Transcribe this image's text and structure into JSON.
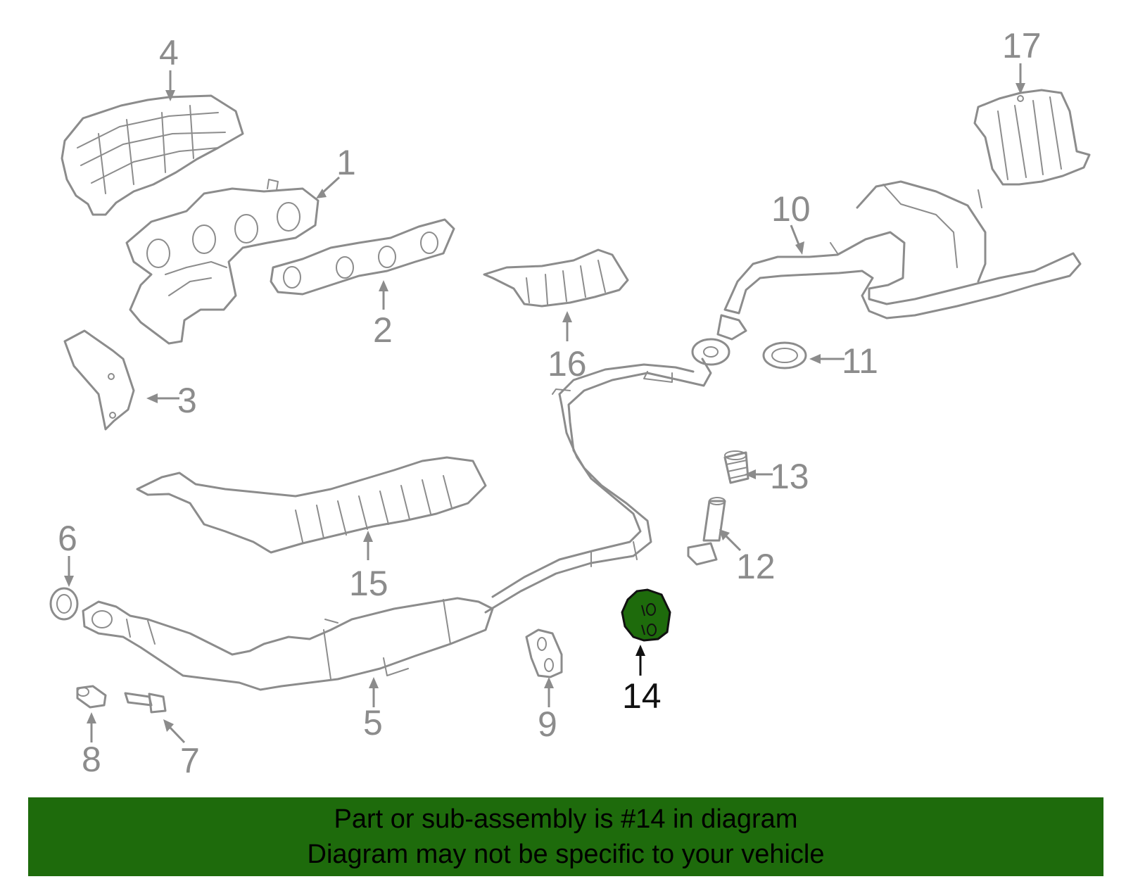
{
  "colors": {
    "line": "#8c8c8c",
    "highlight_fill": "#1e6b0c",
    "highlight_stroke": "#111111",
    "banner_bg": "#1e6b0c",
    "banner_text": "#000000"
  },
  "callouts": {
    "c1": "1",
    "c2": "2",
    "c3": "3",
    "c4": "4",
    "c5": "5",
    "c6": "6",
    "c7": "7",
    "c8": "8",
    "c9": "9",
    "c10": "10",
    "c11": "11",
    "c12": "12",
    "c13": "13",
    "c14": "14",
    "c15": "15",
    "c16": "16",
    "c17": "17"
  },
  "highlighted_part": "14",
  "banner": {
    "line1": "Part or sub-assembly is #14 in diagram",
    "line2": "Diagram may not be specific to your vehicle"
  }
}
